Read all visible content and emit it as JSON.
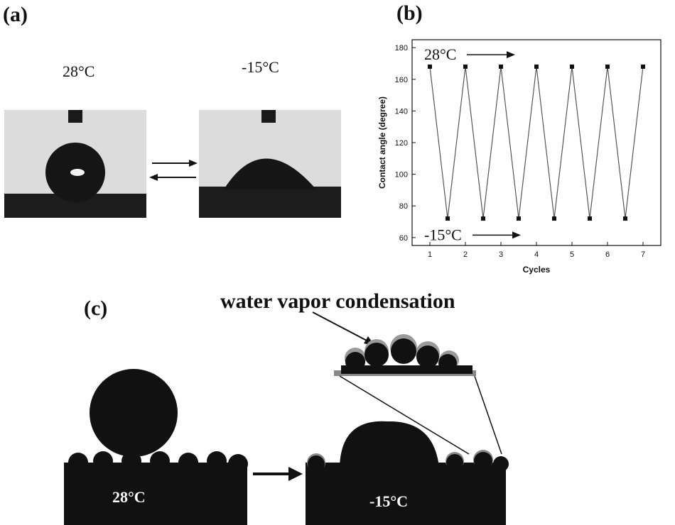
{
  "panels": {
    "a": "(a)",
    "b": "(b)",
    "c": "(c)"
  },
  "photos": {
    "left_temp": "28°C",
    "right_temp": "-15°C"
  },
  "chart_data": {
    "type": "line",
    "xlabel": "Cycles",
    "ylabel": "Contact angle (degree)",
    "xlim": [
      0.5,
      7.5
    ],
    "ylim": [
      55,
      185
    ],
    "xticks": [
      1,
      2,
      3,
      4,
      5,
      6,
      7
    ],
    "yticks": [
      60,
      80,
      100,
      120,
      140,
      160,
      180
    ],
    "x": [
      1,
      1.5,
      2,
      2.5,
      3,
      3.5,
      4,
      4.5,
      5,
      5.5,
      6,
      6.5,
      7
    ],
    "y": [
      168,
      72,
      168,
      72,
      168,
      72,
      168,
      72,
      168,
      72,
      168,
      72,
      168
    ],
    "grid": false,
    "annotations": [
      {
        "text": "28°C",
        "x": 1,
        "y": 176
      },
      {
        "text": "-15°C",
        "x": 1,
        "y": 62
      }
    ]
  },
  "scheme": {
    "title": "water vapor condensation",
    "left_temp": "28°C",
    "right_temp": "-15°C"
  }
}
